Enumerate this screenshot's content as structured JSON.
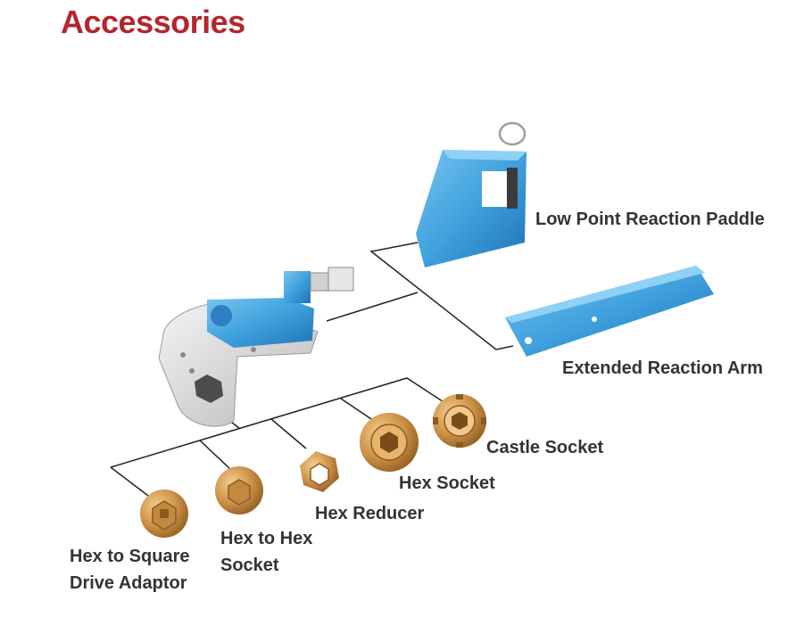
{
  "page": {
    "title": "Accessories"
  },
  "colors": {
    "title": "#b3262d",
    "part_blue": "#3fa1dd",
    "bronze": "#c6893f",
    "line": "#222222"
  },
  "labels": {
    "low_point_paddle": "Low Point Reaction Paddle",
    "extended_arm": "Extended Reaction Arm",
    "castle_socket": "Castle Socket",
    "hex_socket": "Hex Socket",
    "hex_reducer": "Hex Reducer",
    "hex_to_hex_line1": "Hex to Hex",
    "hex_to_hex_line2": "Socket",
    "hex_to_square_line1": "Hex to Square",
    "hex_to_square_line2": "Drive Adaptor"
  }
}
